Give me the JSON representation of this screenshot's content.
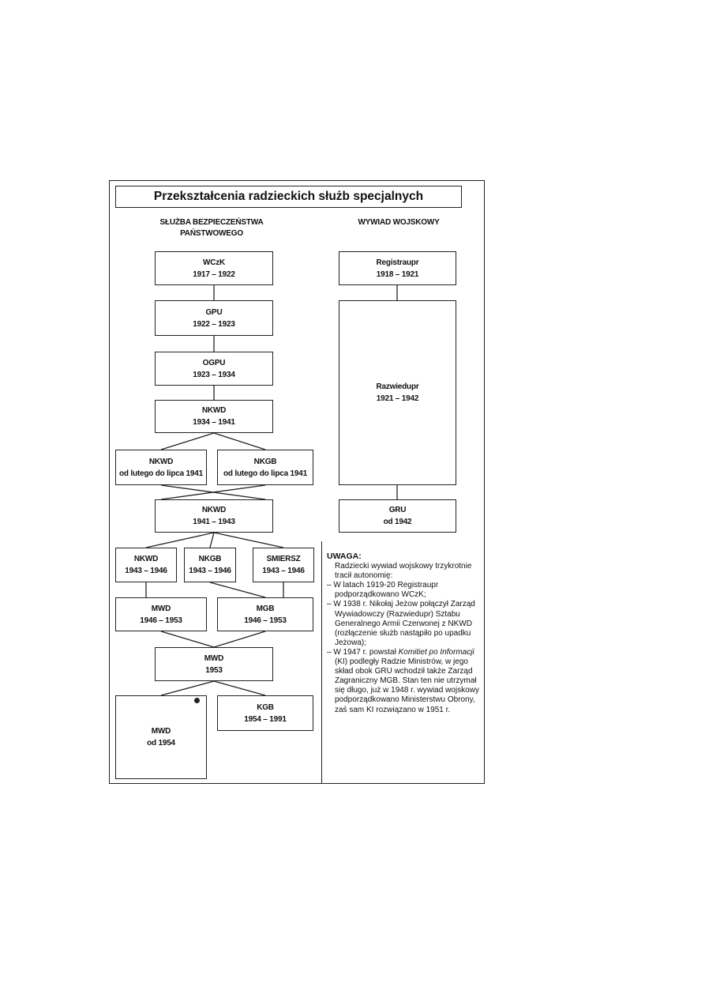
{
  "title": "Przekształcenia radzieckich służb specjalnych",
  "columns": {
    "left": [
      "SŁUŻBA BEZPIECZEŃSTWA",
      "PAŃSTWOWEGO"
    ],
    "right": "WYWIAD WOJSKOWY"
  },
  "nodes": {
    "wczk": [
      "WCzK",
      "1917 – 1922"
    ],
    "gpu": [
      "GPU",
      "1922 – 1923"
    ],
    "ogpu": [
      "OGPU",
      "1923 – 1934"
    ],
    "nkwd34": [
      "NKWD",
      "1934 – 1941"
    ],
    "nkwd41a": [
      "NKWD",
      "od lutego do lipca 1941"
    ],
    "nkgb41a": [
      "NKGB",
      "od lutego do lipca 1941"
    ],
    "nkwd41": [
      "NKWD",
      "1941 – 1943"
    ],
    "nkwd43": [
      "NKWD",
      "1943 – 1946"
    ],
    "nkgb43": [
      "NKGB",
      "1943 – 1946"
    ],
    "smiersz": [
      "SMIERSZ",
      "1943 – 1946"
    ],
    "mwd46": [
      "MWD",
      "1946 – 1953"
    ],
    "mgb46": [
      "MGB",
      "1946 – 1953"
    ],
    "mwd53": [
      "MWD",
      "1953"
    ],
    "mwd54": [
      "MWD",
      "od 1954"
    ],
    "kgb": [
      "KGB",
      "1954 – 1991"
    ],
    "registraupr": [
      "Registraupr",
      "1918 – 1921"
    ],
    "razwiedupr": [
      "Razwiedupr",
      "1921 – 1942"
    ],
    "gru": [
      "GRU",
      "od 1942"
    ]
  },
  "note": {
    "title": "UWAGA:",
    "intro": "Radziecki wywiad wojskowy trzykrotnie tracił autonomię:",
    "items": [
      {
        "text": "W latach 1919-20 Registraupr podporządkowano WCzK;"
      },
      {
        "text": "W 1938 r. Nikołaj Jeżow połączył Zarząd Wywiadowczy (Razwiedupr) Sztabu Generalnego Armii Czerwonej z NKWD (rozłączenie służb nastąpiło po upadku Jeżowa);"
      },
      {
        "pre": "W 1947 r. powstał ",
        "italic": "Komitiet po Informacji",
        "post": " (KI) podległy Radzie Ministrów, w jego skład obok GRU wchodził także Zarząd Zagraniczny MGB. Stan ten nie utrzymał się długo, już w 1948 r. wywiad wojskowy podporządkowano Ministerstwu Obrony, zaś sam KI rozwiązano w 1951 r."
      }
    ]
  }
}
